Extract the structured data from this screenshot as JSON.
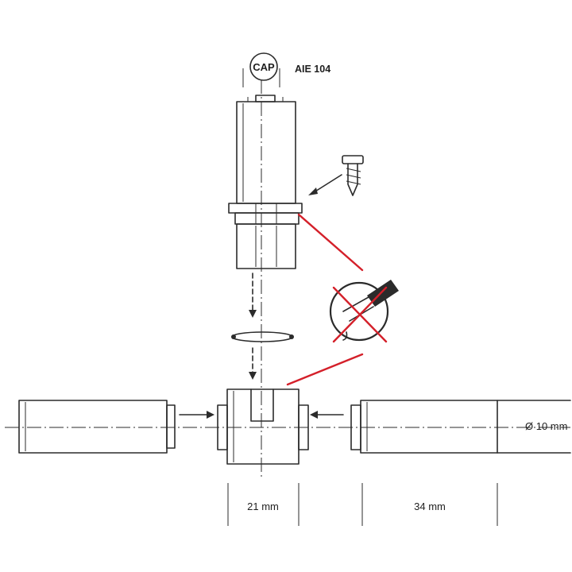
{
  "labels": {
    "cap": "CAP",
    "model": "AIE 104",
    "diameter": "Ø 10 mm",
    "width_left": "21 mm",
    "width_right": "34 mm"
  },
  "colors": {
    "ink": "#2b2b2b",
    "warning": "#d4202a",
    "background": "#ffffff"
  },
  "icons": {
    "forbidden_tool": "crossed-out-tool-icon",
    "screw": "screw-icon"
  }
}
